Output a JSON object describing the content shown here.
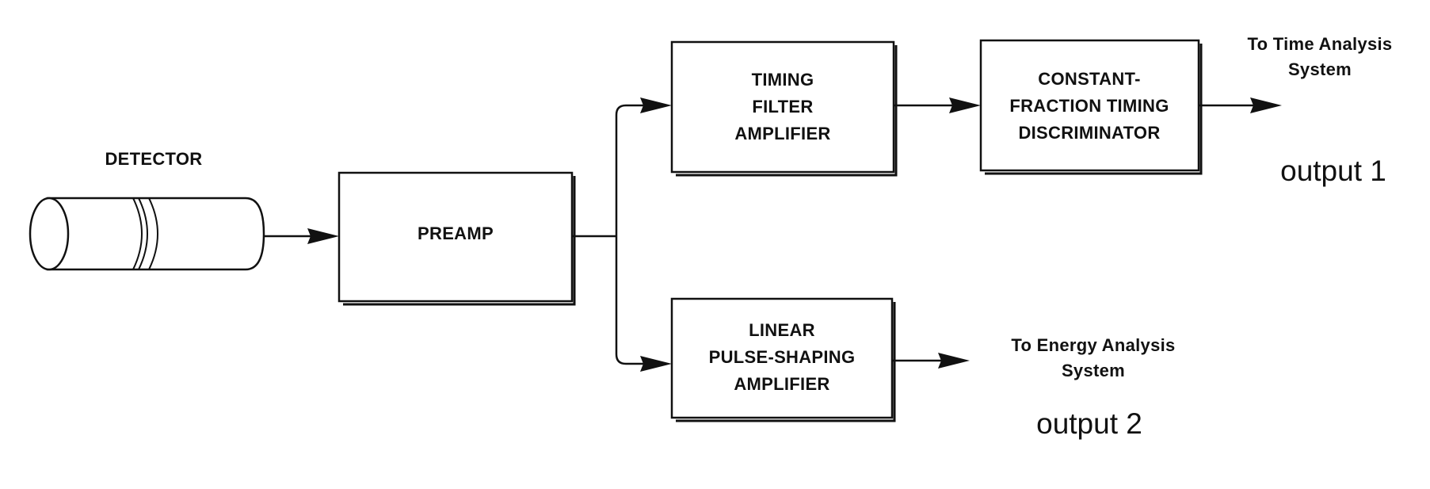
{
  "detector": {
    "label": "DETECTOR"
  },
  "blocks": {
    "preamp": {
      "lines": [
        "PREAMP"
      ]
    },
    "timing_filter_amplifier": {
      "lines": [
        "TIMING",
        "FILTER",
        "AMPLIFIER"
      ]
    },
    "cf_timing_discriminator": {
      "lines": [
        "CONSTANT-",
        "FRACTION TIMING",
        "DISCRIMINATOR"
      ]
    },
    "linear_pulse_shaping_amplifier": {
      "lines": [
        "LINEAR",
        "PULSE-SHAPING",
        "AMPLIFIER"
      ]
    }
  },
  "outputs": {
    "time": {
      "lines": [
        "To Time Analysis",
        "System"
      ],
      "caption": "output 1"
    },
    "energy": {
      "lines": [
        "To Energy Analysis",
        "System"
      ],
      "caption": "output 2"
    }
  }
}
